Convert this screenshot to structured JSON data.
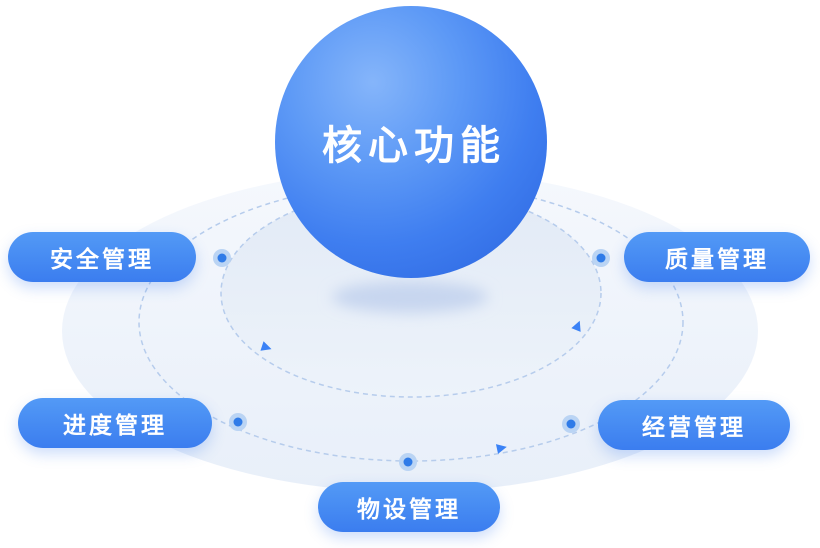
{
  "diagram": {
    "center_label": "核心功能",
    "nodes": [
      {
        "id": "safety",
        "label": "安全管理",
        "position": "left-upper"
      },
      {
        "id": "quality",
        "label": "质量管理",
        "position": "right-upper"
      },
      {
        "id": "progress",
        "label": "进度管理",
        "position": "left-lower"
      },
      {
        "id": "operations",
        "label": "经营管理",
        "position": "right-lower"
      },
      {
        "id": "equipment",
        "label": "物设管理",
        "position": "bottom-center"
      }
    ],
    "icons": [
      {
        "name": "orbit-dot",
        "count": 5
      },
      {
        "name": "orbit-arrow-icon",
        "count": 3
      }
    ],
    "colors": {
      "sphere_highlight": "#85B5FA",
      "sphere_mid": "#3F7EF0",
      "sphere_dark": "#2A63DE",
      "pill_top": "#539AF6",
      "pill_bottom": "#3B7DEF",
      "platform_light": "#F5F8FD",
      "platform_dark": "#E8EFF9",
      "inner_disc": "#E4EBF7",
      "orbit_dash": "#B6CCEC",
      "dot_core": "#2F7BE8",
      "dot_halo": "#BAD4F4",
      "arrow": "#3B82F6",
      "text": "#FFFFFF"
    }
  }
}
